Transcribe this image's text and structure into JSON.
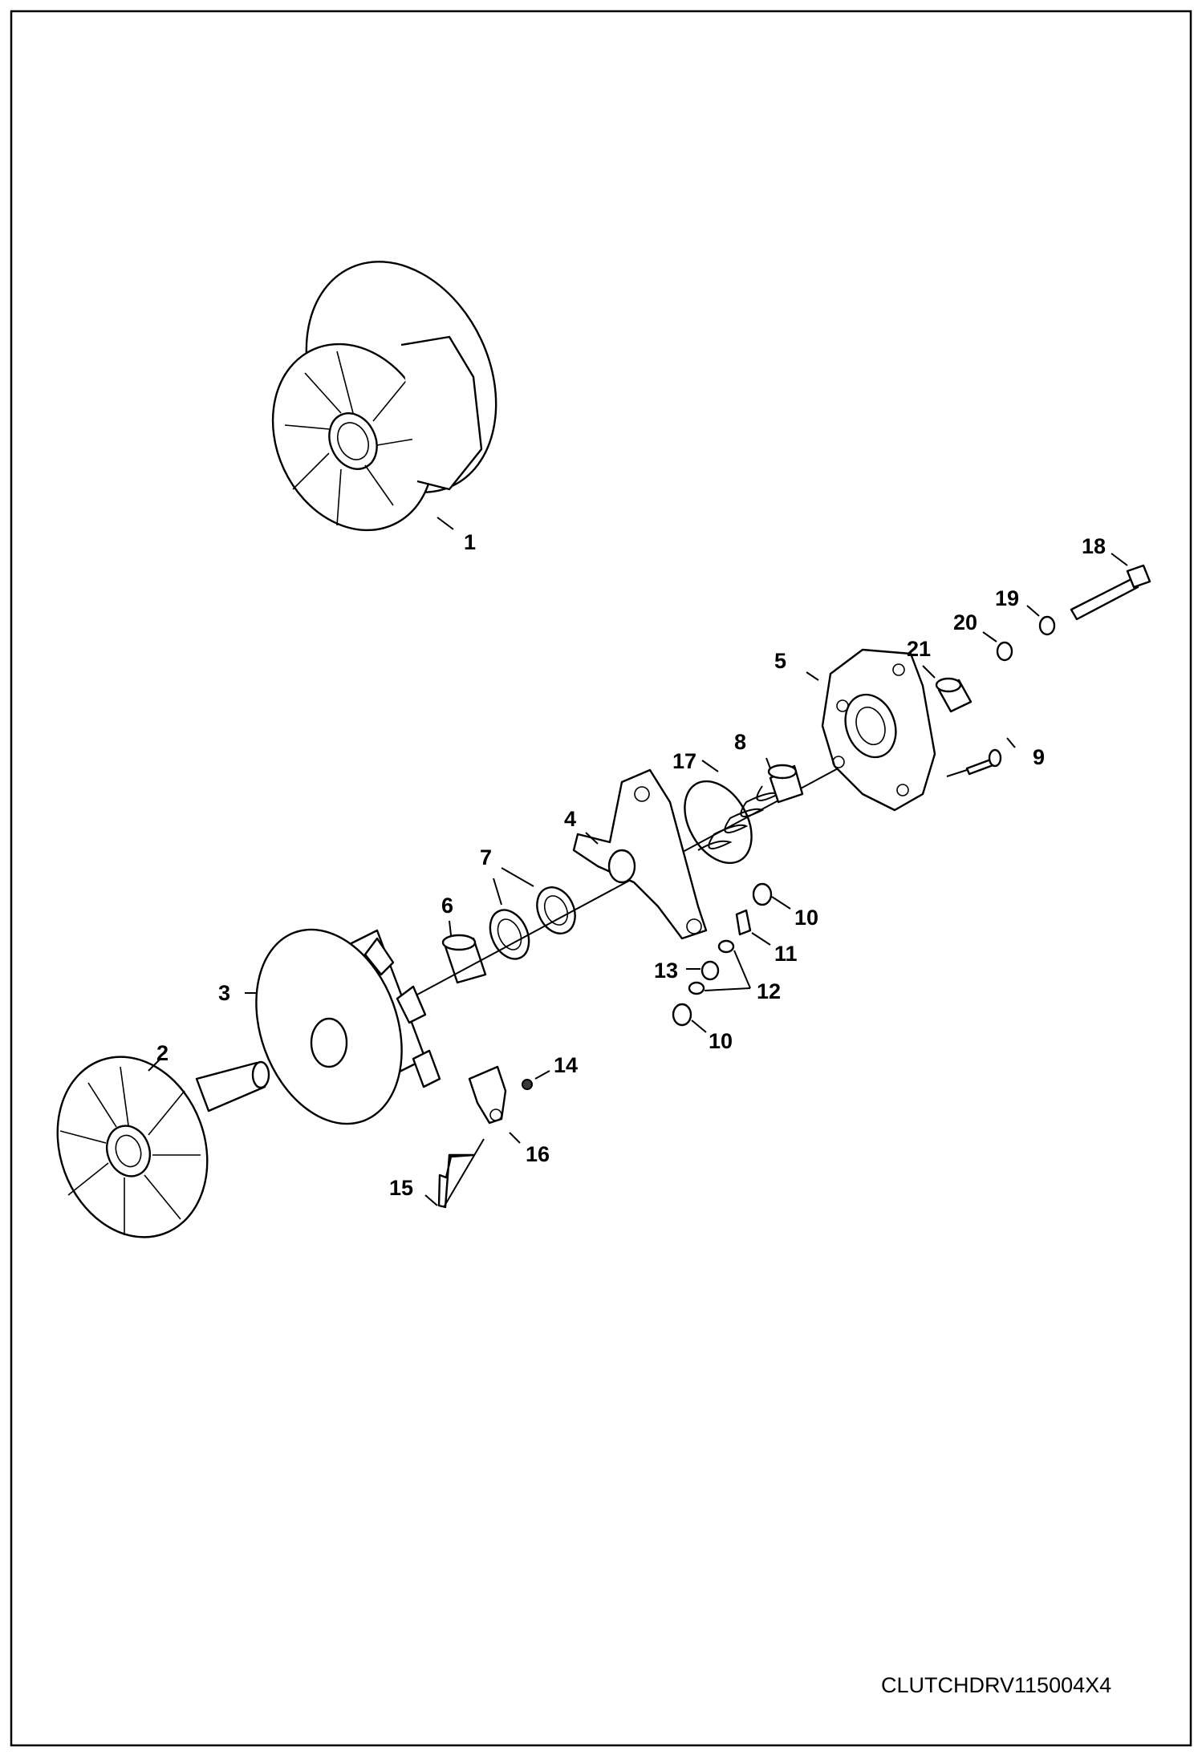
{
  "drawing_code": "CLUTCHDRV115004X4",
  "callouts": [
    {
      "id": "c1",
      "label": "1"
    },
    {
      "id": "c2",
      "label": "2"
    },
    {
      "id": "c3",
      "label": "3"
    },
    {
      "id": "c4",
      "label": "4"
    },
    {
      "id": "c5",
      "label": "5"
    },
    {
      "id": "c6",
      "label": "6"
    },
    {
      "id": "c7",
      "label": "7"
    },
    {
      "id": "c8",
      "label": "8"
    },
    {
      "id": "c9",
      "label": "9"
    },
    {
      "id": "c10a",
      "label": "10"
    },
    {
      "id": "c10b",
      "label": "10"
    },
    {
      "id": "c11",
      "label": "11"
    },
    {
      "id": "c12",
      "label": "12"
    },
    {
      "id": "c13",
      "label": "13"
    },
    {
      "id": "c14",
      "label": "14"
    },
    {
      "id": "c15",
      "label": "15"
    },
    {
      "id": "c16",
      "label": "16"
    },
    {
      "id": "c17",
      "label": "17"
    },
    {
      "id": "c18",
      "label": "18"
    },
    {
      "id": "c19",
      "label": "19"
    },
    {
      "id": "c20",
      "label": "20"
    },
    {
      "id": "c21",
      "label": "21"
    }
  ]
}
